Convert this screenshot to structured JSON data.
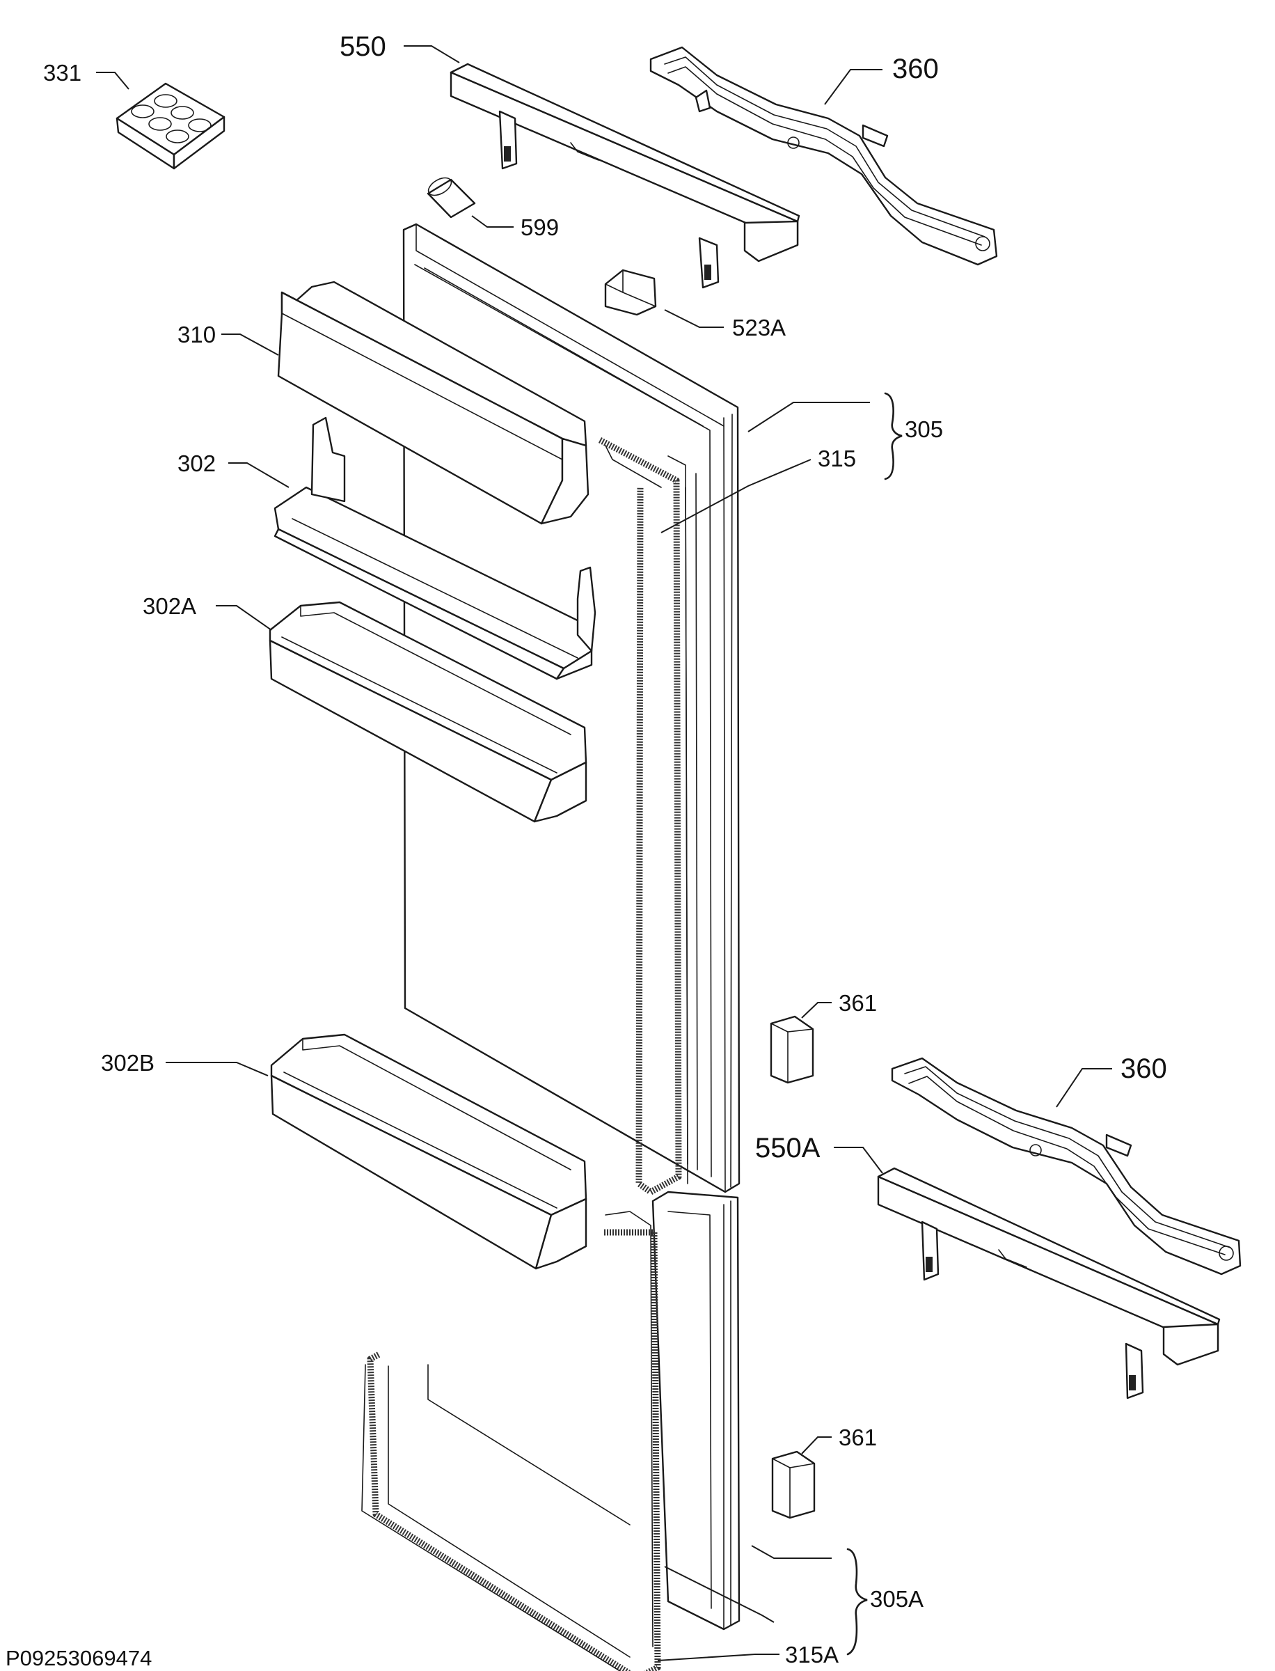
{
  "diagram": {
    "drawing_code": "P09253069474",
    "labels": {
      "egg_tray": "331",
      "handle_top": "550",
      "hinge_top": "360",
      "spacer_599": "599",
      "clip_523a": "523A",
      "shelf_cover": "310",
      "door_assembly_top": "305",
      "gasket_top": "315",
      "shelf_302": "302",
      "shelf_302a": "302A",
      "shelf_302b": "302B",
      "cover_361_upper": "361",
      "hinge_lower": "360",
      "handle_lower": "550A",
      "cover_361_lower": "361",
      "door_assembly_lower": "305A",
      "gasket_lower": "315A"
    }
  }
}
